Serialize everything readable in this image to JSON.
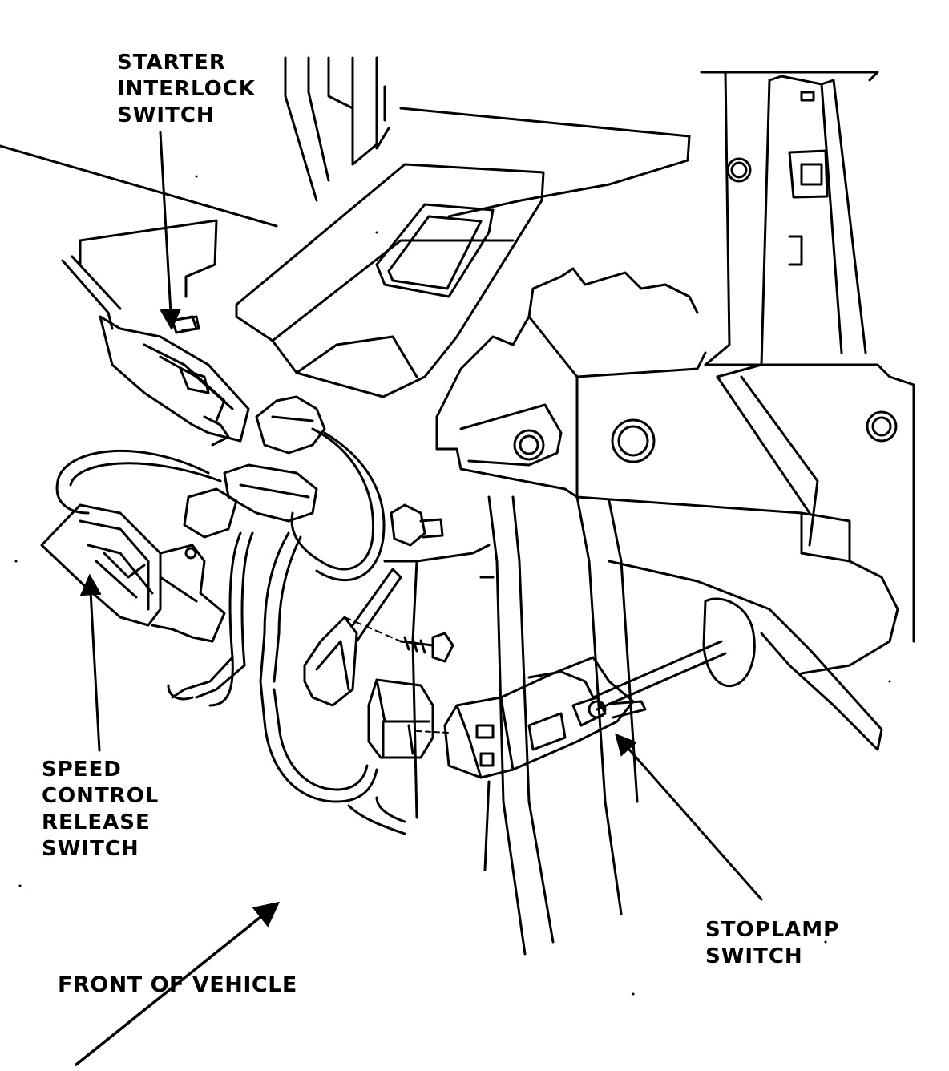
{
  "labels": {
    "starter_interlock_switch": [
      "STARTER",
      "INTERLOCK",
      "SWITCH"
    ],
    "speed_control_release_switch": [
      "SPEED",
      "CONTROL",
      "RELEASE",
      "SWITCH"
    ],
    "stoplamp_switch": [
      "STOPLAMP",
      "SWITCH"
    ],
    "front_of_vehicle": "FRONT OF VEHICLE"
  },
  "style": {
    "ink": "#000000",
    "paper": "#ffffff"
  }
}
